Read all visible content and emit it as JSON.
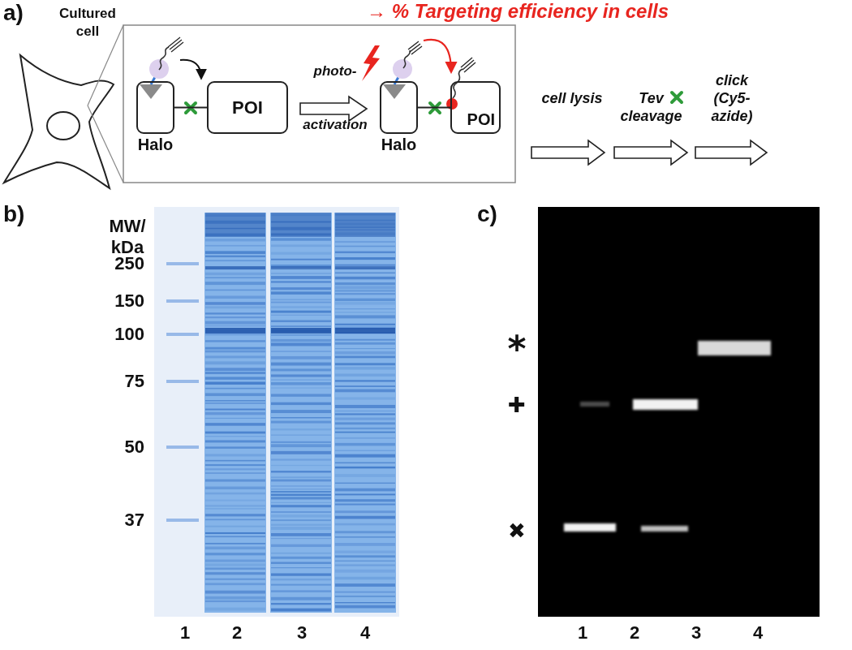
{
  "diagram": {
    "nodes": [
      {
        "text": [
          "Halo"
        ]
      },
      {
        "text": [
          "POI"
        ]
      },
      {
        "text": [
          "Halo"
        ]
      },
      {
        "text": [
          "POI"
        ]
      }
    ],
    "edges": [
      {
        "from": 0,
        "to": 1,
        "arrow": "none"
      },
      {
        "from": 2,
        "to": 3,
        "arrow": "none"
      }
    ],
    "labels": [
      "a)",
      "Cultured cell",
      "→ % Targeting efficiency in cells",
      "photo-activation",
      "cell lysis",
      "Tev cleavage",
      "click (Cy5-azide)",
      "b)",
      "MW/ kDa",
      "250",
      "150",
      "100",
      "75",
      "50",
      "37",
      "1",
      "2",
      "3",
      "4",
      "c)",
      "*",
      "✚",
      "✖",
      "1",
      "2",
      "3",
      "4"
    ]
  }
}
